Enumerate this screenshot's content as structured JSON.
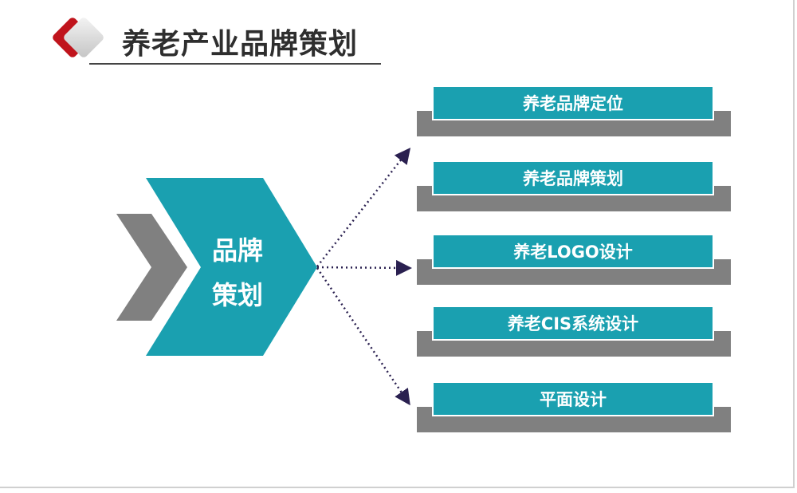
{
  "title": "养老产业品牌策划",
  "center": {
    "line1": "品牌",
    "line2": "策划"
  },
  "items": [
    {
      "label": "养老品牌定位"
    },
    {
      "label": "养老品牌策划"
    },
    {
      "label": "养老LOGO设计"
    },
    {
      "label": "养老CIS系统设计"
    },
    {
      "label": "平面设计"
    }
  ],
  "colors": {
    "teal": "#1aa0b0",
    "gray": "#808080",
    "red": "#c0141c",
    "arrow": "#2a2050"
  }
}
